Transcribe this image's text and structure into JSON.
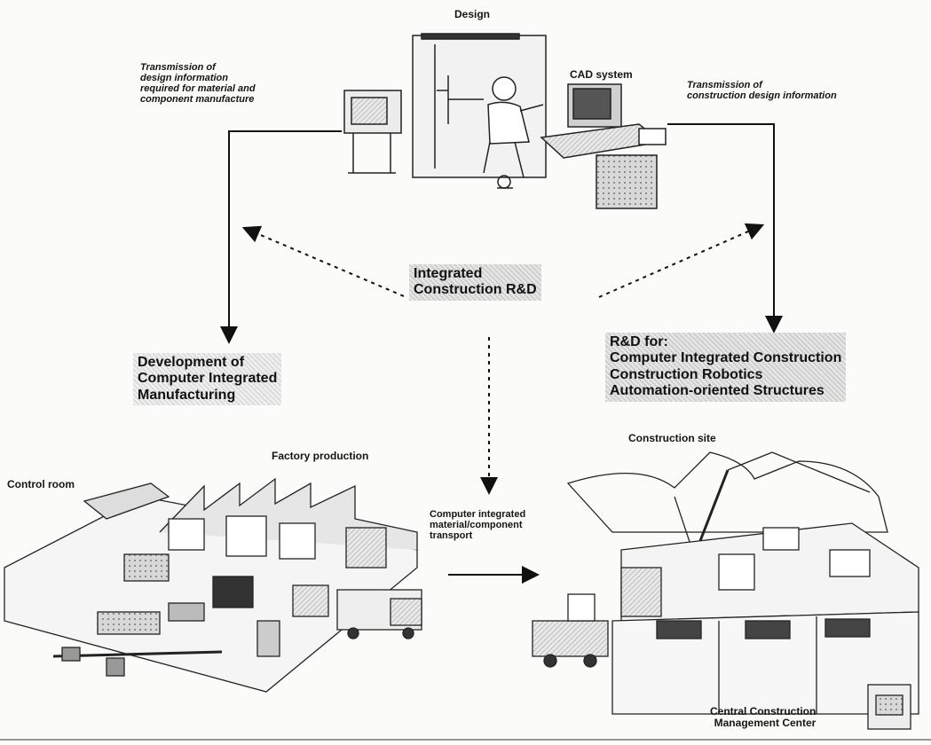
{
  "labels": {
    "design": "Design",
    "cad_system": "CAD system",
    "transmission_left": [
      "Transmission of",
      "design information",
      "required for material and",
      "component manufacture"
    ],
    "transmission_right": [
      "Transmission of",
      "construction design information"
    ],
    "integrated": [
      "Integrated",
      "Construction R&D"
    ],
    "development": [
      "Development of",
      "Computer Integrated",
      "Manufacturing"
    ],
    "rd": [
      "R&D for:",
      "Computer Integrated Construction",
      "Construction Robotics",
      "Automation-oriented Structures"
    ],
    "control_room": "Control room",
    "factory_production": "Factory production",
    "construction_site": "Construction site",
    "transport": [
      "Computer integrated",
      "material/component",
      "transport"
    ],
    "central": [
      "Central Construction",
      "Management Center"
    ]
  }
}
